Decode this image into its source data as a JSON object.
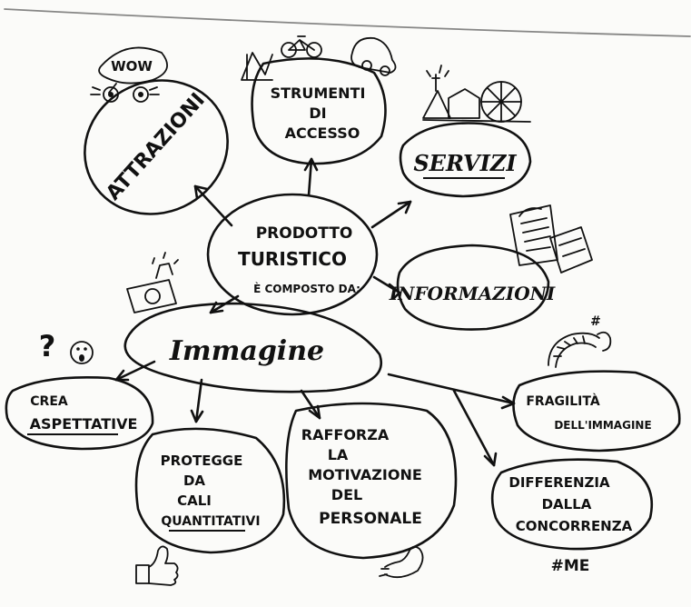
{
  "center": {
    "line1": "PRODOTTO",
    "line2": "TURISTICO",
    "line3": "È COMPOSTO DA:"
  },
  "top_nodes": {
    "attrazioni": "ATTRAZIONI",
    "strumenti": [
      "STRUMENTI",
      "DI",
      "ACCESSO"
    ],
    "servizi": "SERVIZI",
    "informazioni": "INFORMAZIONI"
  },
  "immagine": {
    "label": "Immagine",
    "children": {
      "crea": [
        "CREA",
        "ASPETTATIVE"
      ],
      "protegge": [
        "PROTEGGE",
        "DA",
        "CALI",
        "QUANTITATIVI"
      ],
      "rafforza": [
        "RAFFORZA",
        "LA",
        "MOTIVAZIONE",
        "DEL",
        "PERSONALE"
      ],
      "fragilita": [
        "FRAGILITÀ",
        "DELL'IMMAGINE"
      ],
      "differenzia": [
        "DIFFERENZIA",
        "DALLA",
        "CONCORRENZA"
      ]
    }
  },
  "doodles": {
    "wow": "WOW",
    "question": "?",
    "hashtag": "#",
    "hashtag_me": "#ME"
  }
}
